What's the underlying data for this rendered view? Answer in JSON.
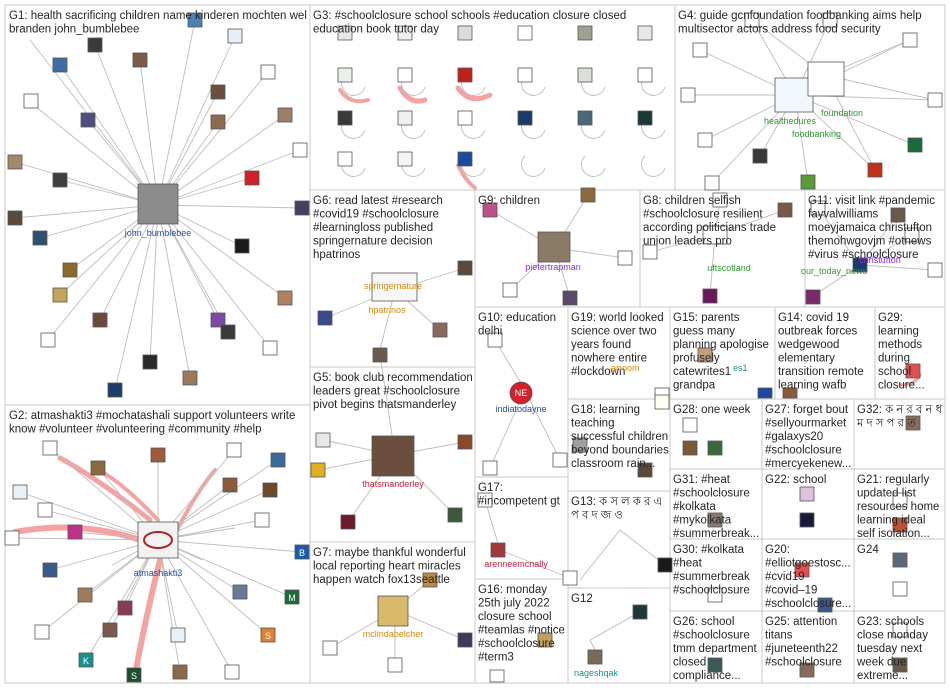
{
  "groups": [
    {
      "id": "G1",
      "label": "G1: health sacrificing children name kinderen mochten wel branden john_bumblebee"
    },
    {
      "id": "G2",
      "label": "G2: atmashakti3 #mochatashali support volunteers write know #volunteer #volunteering #community #help"
    },
    {
      "id": "G3",
      "label": "G3: #schoolclosure school schools #education closure closed education book tutor day"
    },
    {
      "id": "G4",
      "label": "G4: guide gcnfoundation foodbanking aims help multisector actors address food security"
    },
    {
      "id": "G5",
      "label": "G5: book club recommendation leaders great #schoolclosure pivot begins thatsmanderley"
    },
    {
      "id": "G6",
      "label": "G6: read latest #research #covid19 #schoolclosure #learningloss published springernature decision hpatrinos"
    },
    {
      "id": "G7",
      "label": "G7: maybe thankful wonderful local reporting heart miracles happen watch fox13seattle"
    },
    {
      "id": "G8",
      "label": "G8: children selfish #schoolclosure resilient according politicians trade union leaders pro"
    },
    {
      "id": "G9",
      "label": "G9: children"
    },
    {
      "id": "G10",
      "label": "G10: education delhi"
    },
    {
      "id": "G11",
      "label": "G11: visit link #pandemic fayvalwilliams moeyjamaica christufton themohwgovjm #otnews #virus #schoolclosure"
    },
    {
      "id": "G12",
      "label": "G12"
    },
    {
      "id": "G13",
      "label": "G13: ক স ল ক র এ প ব দ জ ও"
    },
    {
      "id": "G14",
      "label": "G14: covid 19 outbreak forces wedgewood elementary transition remote learning wafb"
    },
    {
      "id": "G15",
      "label": "G15: parents guess many planning apologise profusely catewrites1 grandpa"
    },
    {
      "id": "G16",
      "label": "G16: monday 25th july 2022 closure school #teamlas #notice #schoolclosure #term3"
    },
    {
      "id": "G17",
      "label": "G17: #incompetent gt"
    },
    {
      "id": "G18",
      "label": "G18: learning teaching successful children beyond boundaries classroom rain..."
    },
    {
      "id": "G19",
      "label": "G19: world looked science over two years found nowhere entire #lockdown"
    },
    {
      "id": "G20",
      "label": "G20: #elliotgoestosc... #cvid19 #covid–19 #schoolclosure..."
    },
    {
      "id": "G21",
      "label": "G21: regularly updated list resources home learning ideal self isolation..."
    },
    {
      "id": "G22",
      "label": "G22: school"
    },
    {
      "id": "G23",
      "label": "G23: schools close monday tuesday next week due extreme..."
    },
    {
      "id": "G24",
      "label": "G24"
    },
    {
      "id": "G25",
      "label": "G25: attention titans #juneteenth22 #schoolclosure"
    },
    {
      "id": "G26",
      "label": "G26: school #schoolclosure tmm department closed compliance..."
    },
    {
      "id": "G27",
      "label": "G27: forget bout #sellyourmarket #galaxys20 #schoolclosure #mercyekenew..."
    },
    {
      "id": "G28",
      "label": "G28: one week"
    },
    {
      "id": "G29",
      "label": "G29: learning methods during school closure..."
    },
    {
      "id": "G30",
      "label": "G30: #kolkata #heat #summerbreak #schoolclosure"
    },
    {
      "id": "G31",
      "label": "G31: #heat #schoolclosure #kolkata #mykolkata #summerbreak..."
    },
    {
      "id": "G32",
      "label": "G32: ক ন র ব ন ধ ম দ স প র ত"
    }
  ],
  "nodes": {
    "john_bumblebee": "john_bumblebee",
    "atmashakti3": "atmashakti3",
    "healthedures": "healthedures",
    "foundation": "foundation",
    "foodbanking": "foodbanking",
    "springernature": "springernature",
    "hpatrinos": "hpatrinos",
    "pietertrapman": "pietertrapman",
    "uftscotland": "uftscotland",
    "christufton": "christufton",
    "our_today_news": "our_today_news",
    "indiatodayne": "indiatodayne",
    "thatsmanderley": "thatsmanderley",
    "mclindabelcher": "mclindabelcher",
    "arenneemcnally": "arenneemcnally",
    "nageshqak": "nageshqak",
    "arroom": "arroom",
    "es1": "es1"
  },
  "colors": {
    "edge": "#bdbdbd",
    "heavy_edge": "#f4a3a3",
    "panel_border": "#c8c8c8",
    "label_blue": "#1f4fa8",
    "label_orange": "#d98c0a",
    "label_green": "#2e9a2e",
    "label_purple": "#8a2be2",
    "label_red": "#c41e3a",
    "label_teal": "#1a8f8f"
  }
}
